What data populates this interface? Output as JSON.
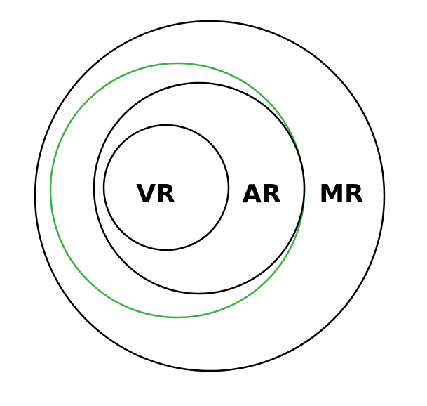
{
  "diagram": {
    "labels": {
      "vr": "VR",
      "ar": "AR",
      "mr": "MR"
    },
    "colors": {
      "ring": "#000000",
      "highlight_ring": "#3cb043",
      "background": "#ffffff"
    }
  }
}
